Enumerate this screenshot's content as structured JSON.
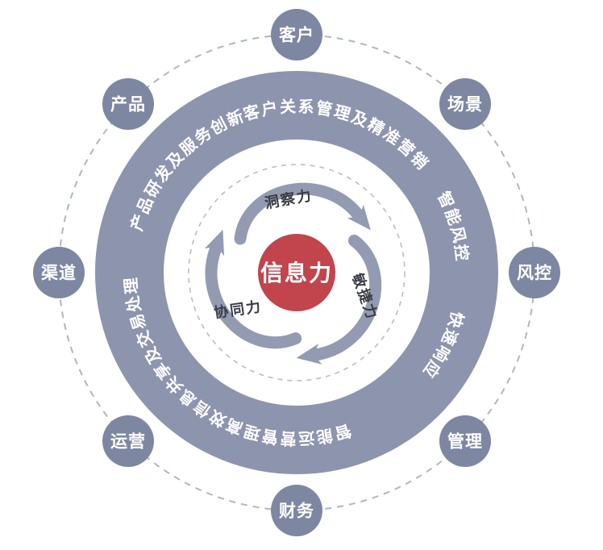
{
  "center": {
    "label": "信息力"
  },
  "forces": [
    {
      "label": "洞察力"
    },
    {
      "label": "敏捷力"
    },
    {
      "label": "协同力"
    }
  ],
  "ring": [
    {
      "label": "客户关系管理及精准营销"
    },
    {
      "label": "智能风控"
    },
    {
      "label": "快速响应"
    },
    {
      "label": "智能运营管理"
    },
    {
      "label": "高效信息共享及交易处理"
    },
    {
      "label": "产品研发及服务创新"
    }
  ],
  "nodes": [
    {
      "label": "客户"
    },
    {
      "label": "场景"
    },
    {
      "label": "风控"
    },
    {
      "label": "管理"
    },
    {
      "label": "财务"
    },
    {
      "label": "运营"
    },
    {
      "label": "渠道"
    },
    {
      "label": "产品"
    }
  ],
  "colors": {
    "ring": "#8d94ad",
    "node": "#7d87a2",
    "center": "#c2444c",
    "swirl": "#939bb2",
    "ring_text": "#ffffff",
    "inner_text": "#3b3d45",
    "dashed_outer": "#b0b5c4",
    "dashed_inner": "#b8bcc8"
  }
}
